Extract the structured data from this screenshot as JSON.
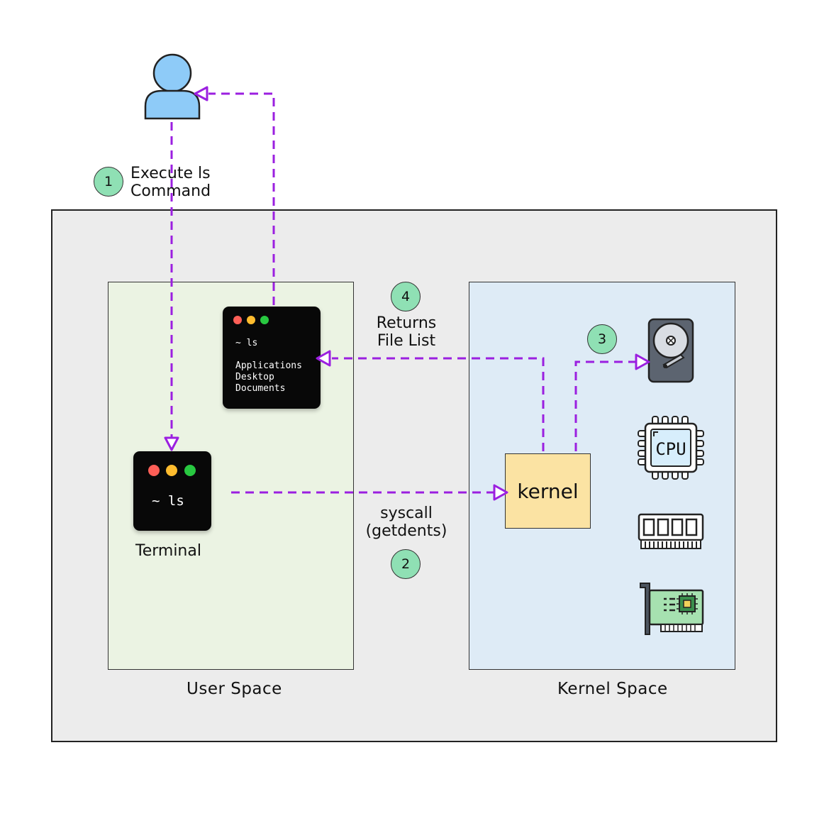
{
  "regions": {
    "user_space_label": "User Space",
    "kernel_space_label": "Kernel Space"
  },
  "user": {
    "icon": "user-icon"
  },
  "terminal_small": {
    "prompt": "~ ls",
    "label": "Terminal"
  },
  "terminal_output": {
    "prompt": "~ ls",
    "lines": [
      "Applications",
      "Desktop",
      "Documents"
    ]
  },
  "kernel": {
    "label": "kernel"
  },
  "steps": [
    {
      "number": "1",
      "lines": [
        "Execute ls",
        "Command"
      ]
    },
    {
      "number": "2",
      "lines": [
        "syscall",
        "(getdents)"
      ]
    },
    {
      "number": "3",
      "lines": []
    },
    {
      "number": "4",
      "lines": [
        "Returns",
        "File List"
      ]
    }
  ],
  "hardware": [
    "hard-drive-icon",
    "cpu-icon",
    "ram-icon",
    "network-card-icon"
  ],
  "hardware_text": {
    "cpu_label": "CPU"
  },
  "colors": {
    "arrow": "#9b1fe0",
    "badge": "#8fe0b4",
    "kernel_box": "#fbe3a3",
    "user_space": "#ebf3e3",
    "kernel_space": "#deebf6",
    "outer": "#ececec",
    "user_icon": "#8ecbf8"
  }
}
